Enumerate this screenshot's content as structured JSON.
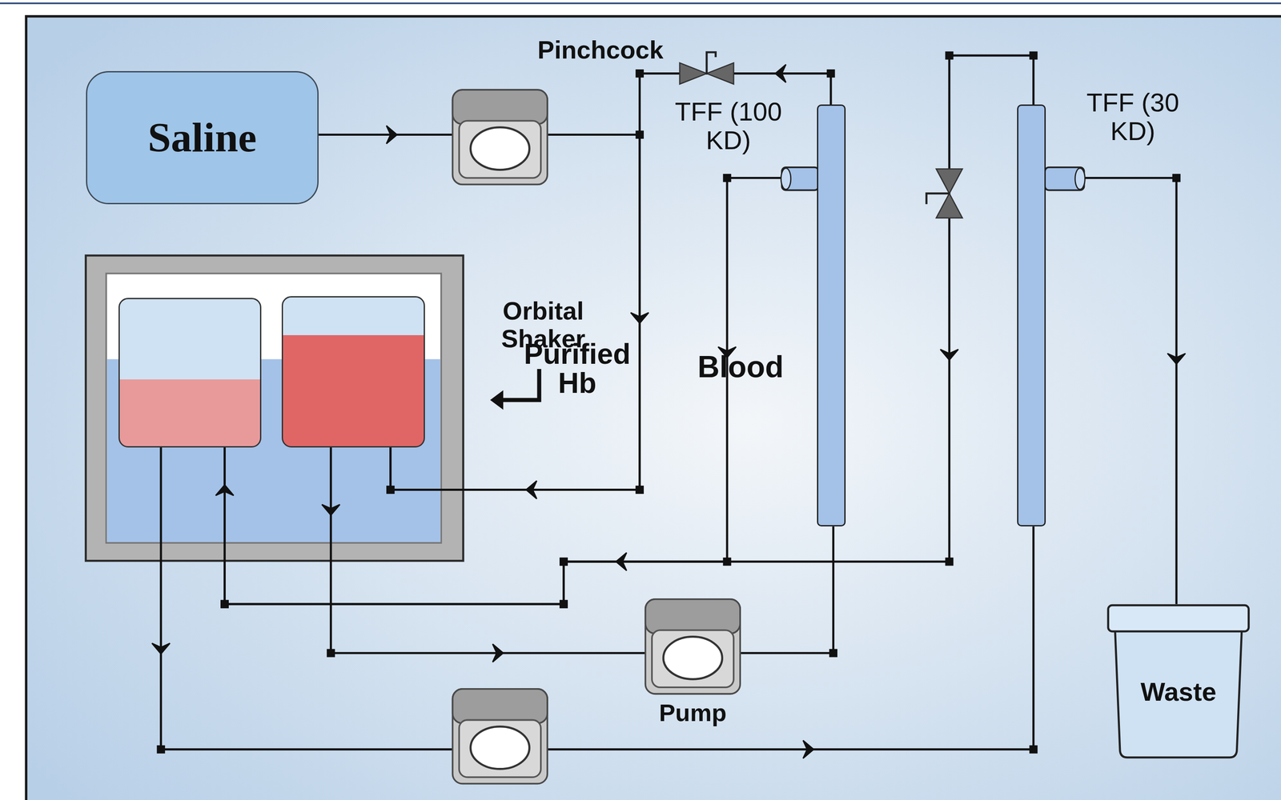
{
  "diagram": {
    "nodes": [
      {
        "text": [
          "Saline"
        ]
      },
      {
        "text": [
          "Orbital Shaker"
        ]
      },
      {
        "text": [
          "Purified Hb"
        ],
        "in": 1
      },
      {
        "text": [
          "Blood"
        ],
        "in": 1
      },
      {
        "text": [
          "TFF (100 KD)"
        ]
      },
      {
        "text": [
          "TFF (30 KD)"
        ]
      },
      {
        "text": [
          "Pump"
        ]
      },
      {
        "text": [
          "Waste"
        ]
      }
    ],
    "edges": [
      {
        "from": 0,
        "to": 3,
        "arrow": "to"
      },
      {
        "from": 3,
        "to": 6,
        "arrow": "to"
      },
      {
        "from": 6,
        "to": 4,
        "arrow": "none"
      },
      {
        "from": 4,
        "to": 3,
        "arrow": "to"
      },
      {
        "from": 4,
        "to": 2,
        "arrow": "to"
      },
      {
        "from": 5,
        "to": 2,
        "arrow": "to"
      },
      {
        "from": 2,
        "to": 5,
        "arrow": "to"
      },
      {
        "from": 5,
        "to": 7,
        "arrow": "to"
      }
    ],
    "labels": [
      "Pinchcock"
    ]
  }
}
